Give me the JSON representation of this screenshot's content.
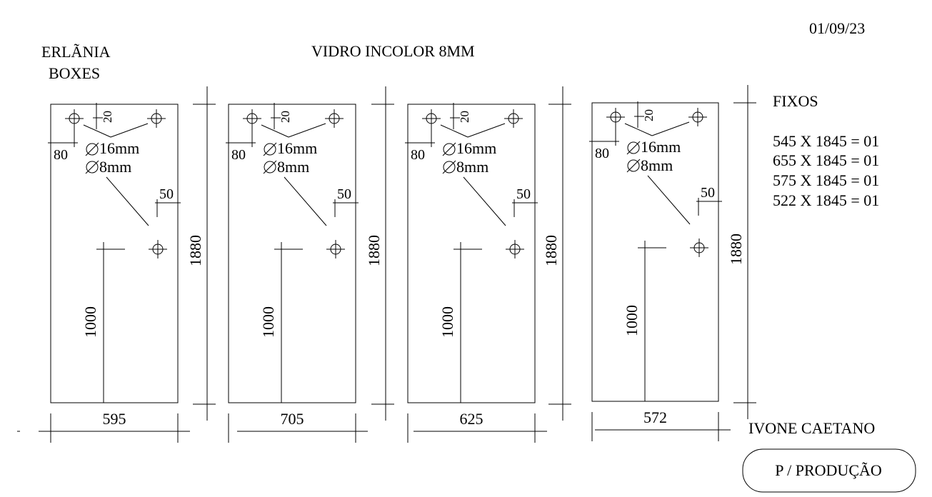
{
  "header": {
    "date": "01/09/23",
    "client_line1": "ERLÃNIA",
    "client_line2": "BOXES",
    "material": "VIDRO INCOLOR 8MM"
  },
  "fixos": {
    "title": "FIXOS",
    "items": [
      "545 X 1845 = 01",
      "655 X 1845 = 01",
      "575 X 1845 = 01",
      "522 X 1845 = 01"
    ]
  },
  "panels": [
    {
      "width_label": "595",
      "height_label": "1880",
      "hole_height": "1000",
      "top_offset": "20",
      "side_offset": "80",
      "right_offset": "50",
      "hole_large": "16mm",
      "hole_small": "8mm"
    },
    {
      "width_label": "705",
      "height_label": "1880",
      "hole_height": "1000",
      "top_offset": "20",
      "side_offset": "80",
      "right_offset": "50",
      "hole_large": "16mm",
      "hole_small": "8mm"
    },
    {
      "width_label": "625",
      "height_label": "1880",
      "hole_height": "1000",
      "top_offset": "20",
      "side_offset": "80",
      "right_offset": "50",
      "hole_large": "16mm",
      "hole_small": "8mm"
    },
    {
      "width_label": "572",
      "height_label": "1880",
      "hole_height": "1000",
      "top_offset": "20",
      "side_offset": "80",
      "right_offset": "50",
      "hole_large": "16mm",
      "hole_small": "8mm"
    }
  ],
  "footer": {
    "name": "IVONE CAETANO",
    "badge": "P / PRODUÇÃO"
  }
}
